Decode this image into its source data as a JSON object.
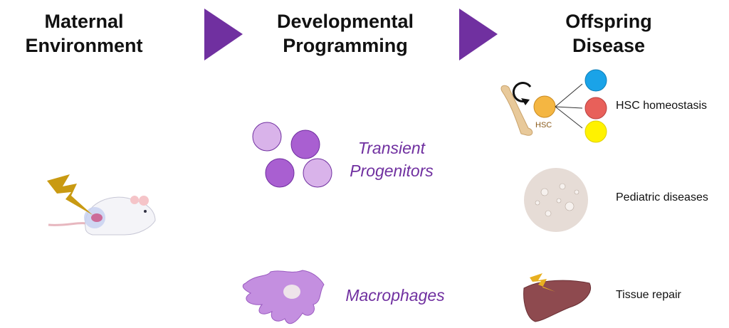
{
  "columns": [
    {
      "title_line1": "Maternal",
      "title_line2": "Environment"
    },
    {
      "title_line1": "Developmental",
      "title_line2": "Programming"
    },
    {
      "title_line1": "Offspring",
      "title_line2": "Disease"
    }
  ],
  "programming": {
    "progenitors_line1": "Transient",
    "progenitors_line2": "Progenitors",
    "macrophages": "Macrophages"
  },
  "disease": {
    "hsc_label": "HSC",
    "hsc_homeostasis": "HSC homeostasis",
    "pediatric": "Pediatric diseases",
    "tissue_repair": "Tissue repair"
  },
  "colors": {
    "arrow": "#7030a0",
    "light_cell": "#d9b3ea",
    "dark_cell": "#a95fd1",
    "hsc": "#f4b642",
    "blue": "#1aa3e8",
    "red": "#e8605a",
    "yellow": "#fff200"
  }
}
